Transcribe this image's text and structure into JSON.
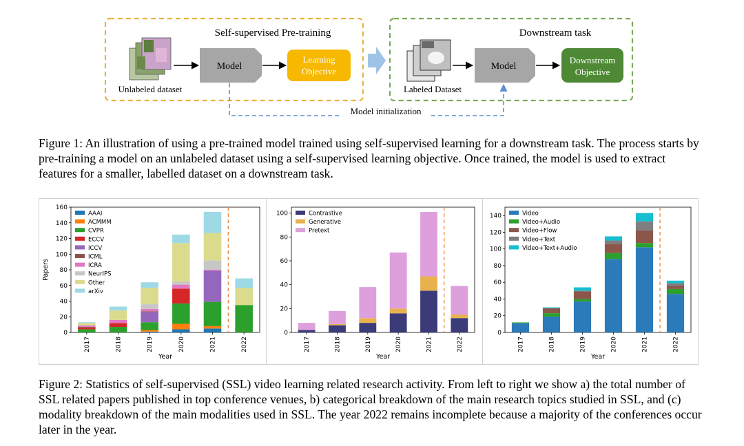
{
  "figure1": {
    "pretrain_title": "Self-supervised Pre-training",
    "downstream_title": "Downstream task",
    "unlabeled_label": "Unlabeled dataset",
    "labeled_label": "Labeled Dataset",
    "model_label_1": "Model",
    "model_label_2": "Model",
    "learning_objective": [
      "Learning",
      "Objective"
    ],
    "downstream_objective": [
      "Downstream",
      "Objective"
    ],
    "model_init_label": "Model initialization",
    "colors": {
      "pretrain_border": "#e8b33b",
      "downstream_border": "#7aa95a",
      "model_box": "#a6a6a6",
      "learning_objective": "#f7b800",
      "downstream_objective": "#4e8a35",
      "init_arrow": "#5b8fd0",
      "big_arrow": "#9fc3e6"
    }
  },
  "captions": {
    "fig1": "Figure 1: An illustration of using a pre-trained model trained using self-supervised learning for a downstream task. The process starts by pre-training a model on an unlabeled dataset using a self-supervised learning objective. Once trained, the model is used to extract features for a smaller, labelled dataset on a downstream task.",
    "fig2": "Figure 2: Statistics of self-supervised (SSL) video learning related research activity. From left to right we show a) the total number of SSL related papers published in top conference venues, b) categorical breakdown of the main research topics studied in SSL, and (c) modality breakdown of the main modalities used in SSL. The year 2022 remains incomplete because a majority of the conferences occur later in the year."
  },
  "chart_data": [
    {
      "type": "bar",
      "stacked": true,
      "xlabel": "Year",
      "ylabel": "Papers",
      "ylim": [
        0,
        160
      ],
      "yticks": [
        0,
        20,
        40,
        60,
        80,
        100,
        120,
        140,
        160
      ],
      "categories": [
        "2017",
        "2018",
        "2019",
        "2020",
        "2021",
        "2022"
      ],
      "dashed_line_between": [
        "2021",
        "2022"
      ],
      "legend_position": "top-left",
      "series": [
        {
          "name": "AAAI",
          "color": "#1f77b4",
          "values": [
            0,
            0,
            1,
            4,
            5,
            0
          ]
        },
        {
          "name": "ACMMM",
          "color": "#ff7f0e",
          "values": [
            0,
            0,
            2,
            7,
            3,
            0
          ]
        },
        {
          "name": "CVPR",
          "color": "#2ca02c",
          "values": [
            4,
            7,
            10,
            26,
            31,
            35
          ]
        },
        {
          "name": "ECCV",
          "color": "#d62728",
          "values": [
            2,
            5,
            0,
            19,
            0,
            0
          ]
        },
        {
          "name": "ICCV",
          "color": "#9467bd",
          "values": [
            0,
            0,
            13,
            0,
            40,
            0
          ]
        },
        {
          "name": "ICML",
          "color": "#8c564b",
          "values": [
            1,
            0,
            1,
            0,
            0,
            0
          ]
        },
        {
          "name": "ICRA",
          "color": "#e377c2",
          "values": [
            2,
            4,
            3,
            5,
            1,
            0
          ]
        },
        {
          "name": "NeurIPS",
          "color": "#c7c7c7",
          "values": [
            0,
            0,
            6,
            4,
            12,
            0
          ]
        },
        {
          "name": "Other",
          "color": "#dbdb8d",
          "values": [
            3,
            12,
            21,
            49,
            35,
            22
          ]
        },
        {
          "name": "arXiv",
          "color": "#9edae5",
          "values": [
            1,
            5,
            7,
            11,
            27,
            12
          ]
        }
      ]
    },
    {
      "type": "bar",
      "stacked": true,
      "xlabel": "Year",
      "ylabel": "",
      "ylim": [
        0,
        105
      ],
      "yticks": [
        0,
        20,
        40,
        60,
        80,
        100
      ],
      "categories": [
        "2017",
        "2018",
        "2019",
        "2020",
        "2021",
        "2022"
      ],
      "dashed_line_between": [
        "2021",
        "2022"
      ],
      "legend_position": "top-left",
      "series": [
        {
          "name": "Contrastive",
          "color": "#3b3b7a",
          "values": [
            2,
            6,
            8,
            16,
            35,
            12
          ]
        },
        {
          "name": "Generative",
          "color": "#e8b14e",
          "values": [
            0,
            1,
            4,
            4,
            12,
            3
          ]
        },
        {
          "name": "Pretext",
          "color": "#dda0dd",
          "values": [
            6,
            11,
            26,
            47,
            54,
            24
          ]
        }
      ]
    },
    {
      "type": "bar",
      "stacked": true,
      "xlabel": "Year",
      "ylabel": "",
      "ylim": [
        0,
        150
      ],
      "yticks": [
        0,
        20,
        40,
        60,
        80,
        100,
        120,
        140
      ],
      "categories": [
        "2017",
        "2018",
        "2019",
        "2020",
        "2021",
        "2022"
      ],
      "dashed_line_between": [
        "2021",
        "2022"
      ],
      "legend_position": "top-left",
      "series": [
        {
          "name": "Video",
          "color": "#2b7bba",
          "values": [
            11,
            19,
            37,
            88,
            102,
            46
          ]
        },
        {
          "name": "Video+Audio",
          "color": "#2ca02c",
          "values": [
            1,
            4,
            3,
            7,
            5,
            6
          ]
        },
        {
          "name": "Video+Flow",
          "color": "#8c564b",
          "values": [
            0,
            6,
            9,
            11,
            15,
            4
          ]
        },
        {
          "name": "Video+Text",
          "color": "#7f7f7f",
          "values": [
            0,
            0,
            1,
            4,
            11,
            3
          ]
        },
        {
          "name": "Video+Text+Audio",
          "color": "#17becf",
          "values": [
            0,
            1,
            4,
            5,
            10,
            3
          ]
        }
      ]
    }
  ]
}
